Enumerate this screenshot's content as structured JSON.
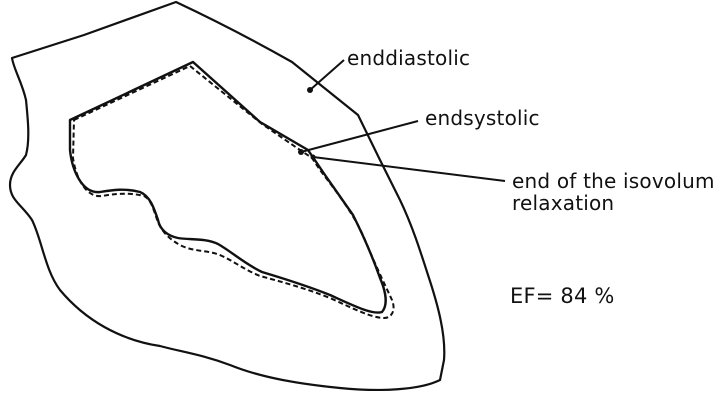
{
  "labels": {
    "enddiastolic": "enddiastolic",
    "endsystolic": "endsystolic",
    "isovolumic_line1": "end of the isovolumic",
    "isovolumic_line2": "relaxation",
    "ejection_fraction": "EF= 84 %"
  },
  "colors": {
    "stroke": "#111111",
    "background": "#ffffff"
  }
}
